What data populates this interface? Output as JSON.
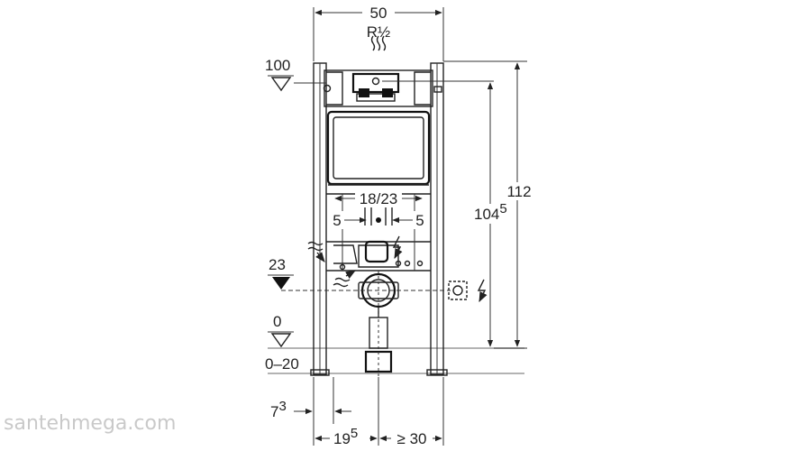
{
  "dimensions": {
    "width_top": "50",
    "thread": "R½",
    "height_total": "112",
    "height_actuator": "104",
    "height_actuator_sup": "5",
    "spacing_center": "18/23",
    "offset_left": "5",
    "offset_right": "5",
    "depth_min": "7",
    "depth_min_sup": "3",
    "depth_frame": "19",
    "depth_frame_sup": "5",
    "depth_wall": "≥ 30"
  },
  "levels": {
    "upper": "100",
    "drain": "23",
    "floor": "0",
    "floor_range": "0–20"
  },
  "watermark": "santehmega.com",
  "colors": {
    "line": "#222222",
    "floor": "#9a9a9a",
    "watermark": "#c9c9c9"
  }
}
